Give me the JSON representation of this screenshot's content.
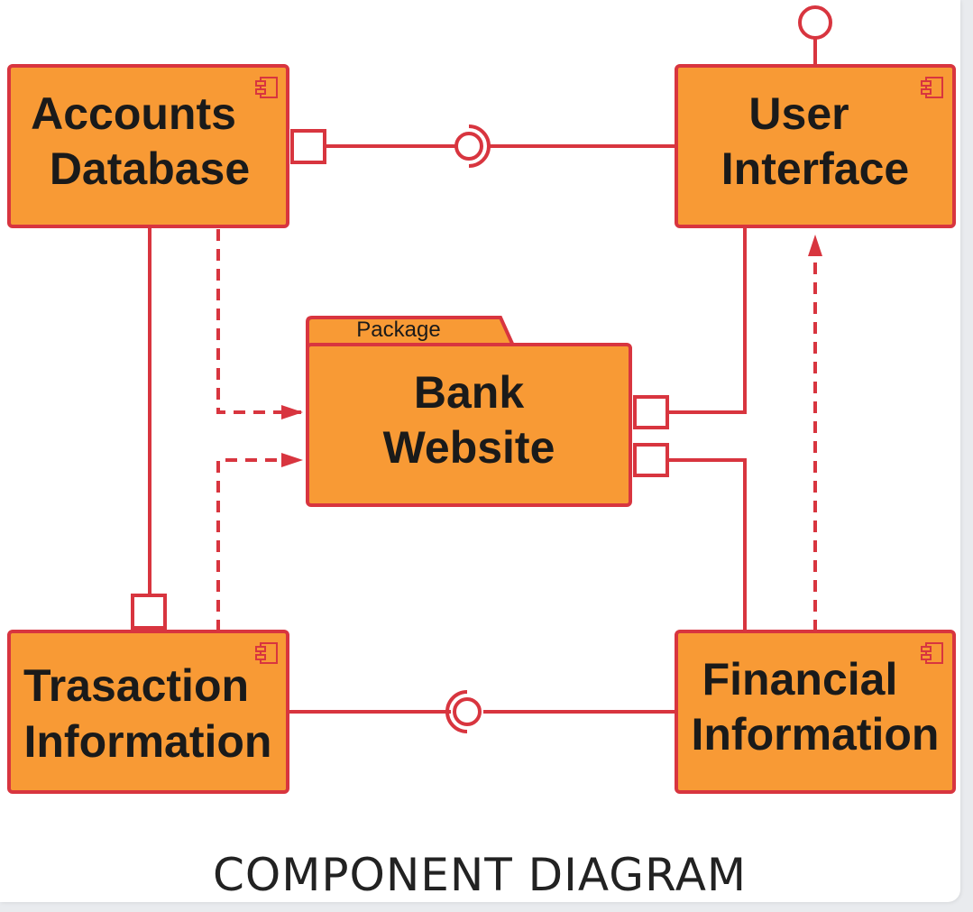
{
  "caption": "COMPONENT DIAGRAM",
  "colors": {
    "component_fill": "#f89a35",
    "stroke": "#d8353f",
    "text": "#1a1a1a"
  },
  "package": {
    "tab_label": "Package",
    "name_lines": [
      "Bank",
      "Website"
    ]
  },
  "components": {
    "accounts_database": {
      "lines": [
        "Accounts",
        "Database"
      ]
    },
    "user_interface": {
      "lines": [
        "User",
        "Interface"
      ]
    },
    "transaction_information": {
      "lines": [
        "Trasaction",
        "Information"
      ]
    },
    "financial_information": {
      "lines": [
        "Financial",
        "Information"
      ]
    }
  },
  "icons": [
    "component-icon"
  ]
}
